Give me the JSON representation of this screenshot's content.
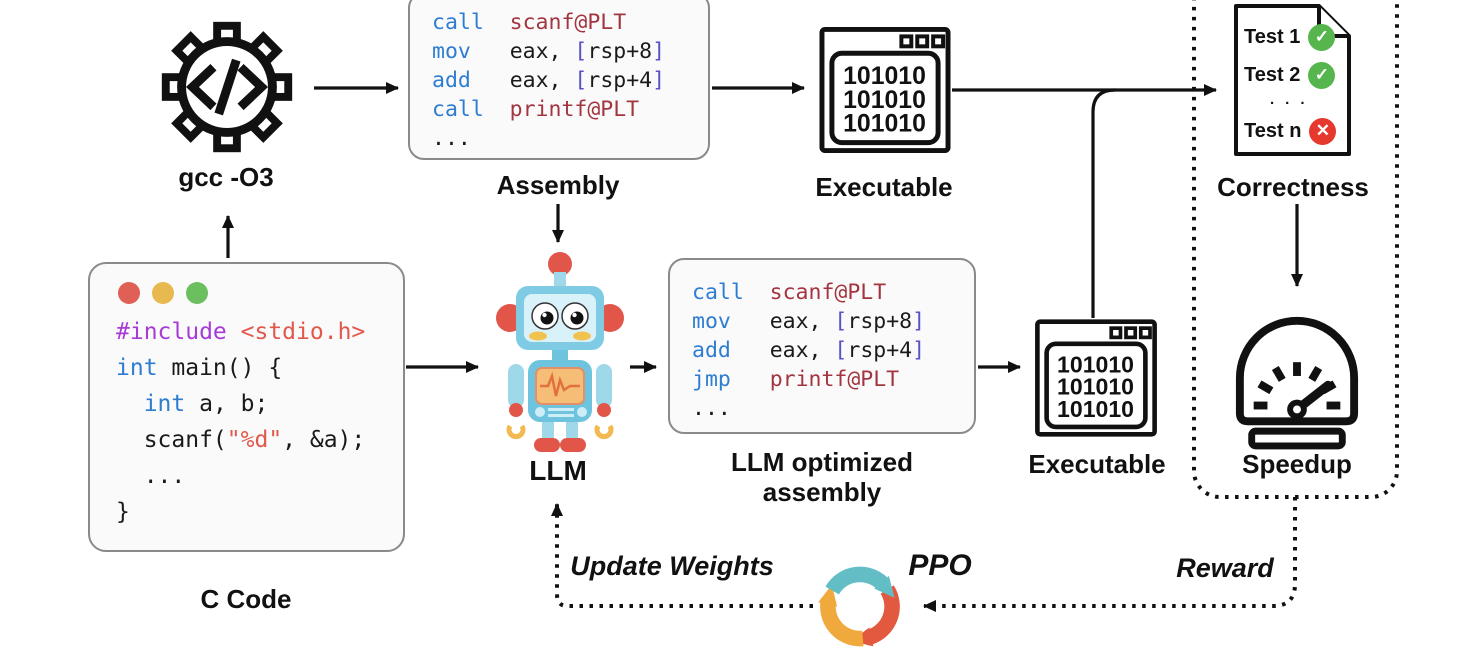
{
  "diagram": {
    "gcc": {
      "label": "gcc -O3"
    },
    "assembly": {
      "label": "Assembly",
      "code": [
        [
          [
            "kw",
            "call"
          ],
          [
            "pl",
            "  "
          ],
          [
            "fn",
            "scanf@PLT"
          ]
        ],
        [
          [
            "kw",
            "mov"
          ],
          [
            "pl",
            "   "
          ],
          [
            "pl",
            "eax, "
          ],
          [
            "br",
            "["
          ],
          [
            "pl",
            "rsp+8"
          ],
          [
            "br",
            "]"
          ]
        ],
        [
          [
            "kw",
            "add"
          ],
          [
            "pl",
            "   "
          ],
          [
            "pl",
            "eax, "
          ],
          [
            "br",
            "["
          ],
          [
            "pl",
            "rsp+4"
          ],
          [
            "br",
            "]"
          ]
        ],
        [
          [
            "kw",
            "call"
          ],
          [
            "pl",
            "  "
          ],
          [
            "fn",
            "printf@PLT"
          ]
        ],
        [
          [
            "pl",
            "..."
          ]
        ]
      ]
    },
    "executable_top": {
      "label": "Executable",
      "binary": [
        "101010",
        "101010",
        "101010"
      ]
    },
    "correctness": {
      "label": "Correctness",
      "tests": [
        {
          "name": "Test 1",
          "status": "pass"
        },
        {
          "name": "Test 2",
          "status": "pass"
        },
        {
          "name": "· · ·",
          "status": "ellipsis"
        },
        {
          "name": "Test n",
          "status": "fail"
        }
      ]
    },
    "c_code": {
      "label": "C Code",
      "code": [
        [
          [
            "pp",
            "#include"
          ],
          [
            "pl",
            " "
          ],
          [
            "inc",
            "<stdio.h>"
          ]
        ],
        [
          [
            "kw",
            "int"
          ],
          [
            "pl",
            " main() {"
          ]
        ],
        [
          [
            "pl",
            "  "
          ],
          [
            "kw",
            "int"
          ],
          [
            "pl",
            " a, b;"
          ]
        ],
        [
          [
            "pl",
            "  scanf("
          ],
          [
            "str",
            "\"%d\""
          ],
          [
            "pl",
            ", &a);"
          ]
        ],
        [
          [
            "pl",
            "  ..."
          ]
        ],
        [
          [
            "pl",
            "}"
          ]
        ]
      ]
    },
    "llm": {
      "label": "LLM"
    },
    "llm_assembly": {
      "label": "LLM optimized assembly",
      "code": [
        [
          [
            "kw",
            "call"
          ],
          [
            "pl",
            "  "
          ],
          [
            "fn",
            "scanf@PLT"
          ]
        ],
        [
          [
            "kw",
            "mov"
          ],
          [
            "pl",
            "   "
          ],
          [
            "pl",
            "eax, "
          ],
          [
            "br",
            "["
          ],
          [
            "pl",
            "rsp+8"
          ],
          [
            "br",
            "]"
          ]
        ],
        [
          [
            "kw",
            "add"
          ],
          [
            "pl",
            "   "
          ],
          [
            "pl",
            "eax, "
          ],
          [
            "br",
            "["
          ],
          [
            "pl",
            "rsp+4"
          ],
          [
            "br",
            "]"
          ]
        ],
        [
          [
            "kw",
            "jmp"
          ],
          [
            "pl",
            "   "
          ],
          [
            "fn",
            "printf@PLT"
          ]
        ],
        [
          [
            "pl",
            "..."
          ]
        ]
      ]
    },
    "executable_bottom": {
      "label": "Executable",
      "binary": [
        "101010",
        "101010",
        "101010"
      ]
    },
    "speedup": {
      "label": "Speedup"
    },
    "loop": {
      "update_weights": "Update Weights",
      "ppo": "PPO",
      "reward": "Reward"
    }
  },
  "colors": {
    "pass_green": "#56B54C",
    "fail_red": "#E5392D",
    "asm_keyword": "#2E7DD1",
    "asm_function": "#A23540",
    "asm_bracket": "#5A50C8",
    "c_preprocessor": "#A83AD6",
    "c_include_string": "#E2584C",
    "ppo_teal": "#62BEC4",
    "ppo_orange": "#E2593F",
    "ppo_amber": "#EFA93D"
  }
}
